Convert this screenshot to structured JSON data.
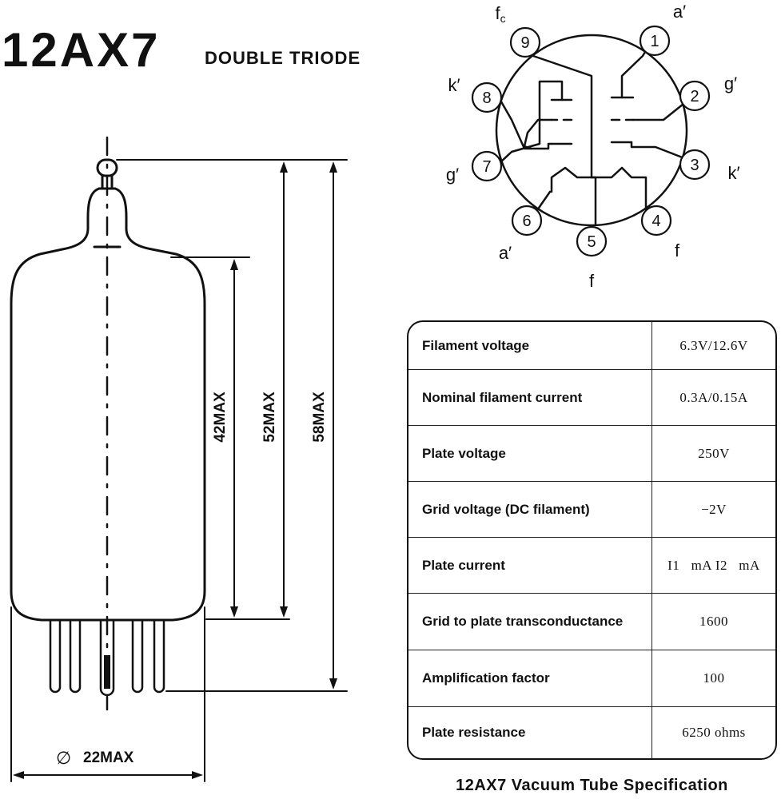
{
  "title": {
    "model": "12AX7",
    "subtitle": "DOUBLE TRIODE"
  },
  "dimensions": {
    "height_1": "42MAX",
    "height_2": "52MAX",
    "height_3": "58MAX",
    "diameter": "22MAX",
    "diameter_symbol": "∅"
  },
  "pinout": {
    "pins": [
      {
        "number": "1",
        "label": "a′"
      },
      {
        "number": "2",
        "label": "g′"
      },
      {
        "number": "3",
        "label": "k′"
      },
      {
        "number": "4",
        "label": "f"
      },
      {
        "number": "5",
        "label": "f"
      },
      {
        "number": "6",
        "label": "a′"
      },
      {
        "number": "7",
        "label": "g′"
      },
      {
        "number": "8",
        "label": "k′"
      },
      {
        "number": "9",
        "label": "fc"
      }
    ]
  },
  "specs": {
    "rows": [
      {
        "parameter": "Filament voltage",
        "value": "6.3V/12.6V"
      },
      {
        "parameter": "Nominal filament current",
        "value": "0.3A/0.15A"
      },
      {
        "parameter": "Plate voltage",
        "value": "250V"
      },
      {
        "parameter": "Grid voltage (DC filament)",
        "value": "−2V"
      },
      {
        "parameter": "Plate current",
        "value": "I1   mA I2   mA"
      },
      {
        "parameter": "Grid to plate transconductance",
        "value": "1600"
      },
      {
        "parameter": "Amplification factor",
        "value": "100"
      },
      {
        "parameter": "Plate resistance",
        "value": "6250 ohms"
      }
    ],
    "caption": "12AX7 Vacuum Tube Specification"
  }
}
